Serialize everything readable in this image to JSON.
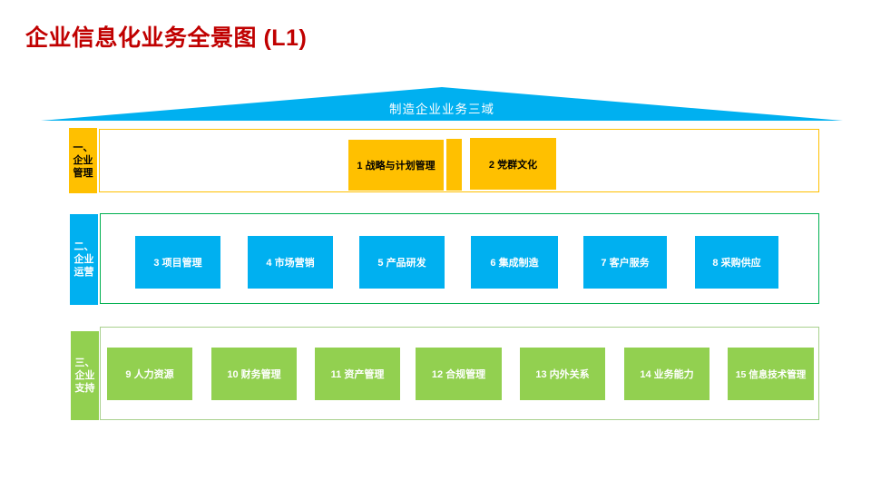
{
  "slide": {
    "title": "企业信息化业务全景图 (L1)",
    "title_color": "#C00000"
  },
  "roof": {
    "label": "制造企业业务三域",
    "color": "#00B0F0"
  },
  "colors": {
    "gold": "#FFC000",
    "blue": "#00B0F0",
    "green": "#92D050",
    "row2_border": "#00B050",
    "row3_border": "#A9D18E",
    "title_red": "#C00000"
  },
  "rows": [
    {
      "id": "enterprise-management",
      "tab": "一、\n企业\n管理",
      "color": "#FFC000",
      "border_color": "#FFC000",
      "boxes": [
        {
          "label": "1 战略与计划管理"
        },
        {
          "label": "2 党群文化"
        }
      ]
    },
    {
      "id": "enterprise-operations",
      "tab": "二、\n企业\n运营",
      "color": "#00B0F0",
      "border_color": "#00B050",
      "boxes": [
        {
          "label": "3 项目管理"
        },
        {
          "label": "4 市场营销"
        },
        {
          "label": "5 产品研发"
        },
        {
          "label": "6 集成制造"
        },
        {
          "label": "7 客户服务"
        },
        {
          "label": "8 采购供应"
        }
      ]
    },
    {
      "id": "enterprise-support",
      "tab": "三、\n企业\n支持",
      "color": "#92D050",
      "border_color": "#A9D18E",
      "boxes": [
        {
          "label": "9 人力资源"
        },
        {
          "label": "10 财务管理"
        },
        {
          "label": "11 资产管理"
        },
        {
          "label": "12 合规管理"
        },
        {
          "label": "13 内外关系"
        },
        {
          "label": "14 业务能力"
        },
        {
          "label": "15 信息技术管理"
        }
      ]
    }
  ]
}
